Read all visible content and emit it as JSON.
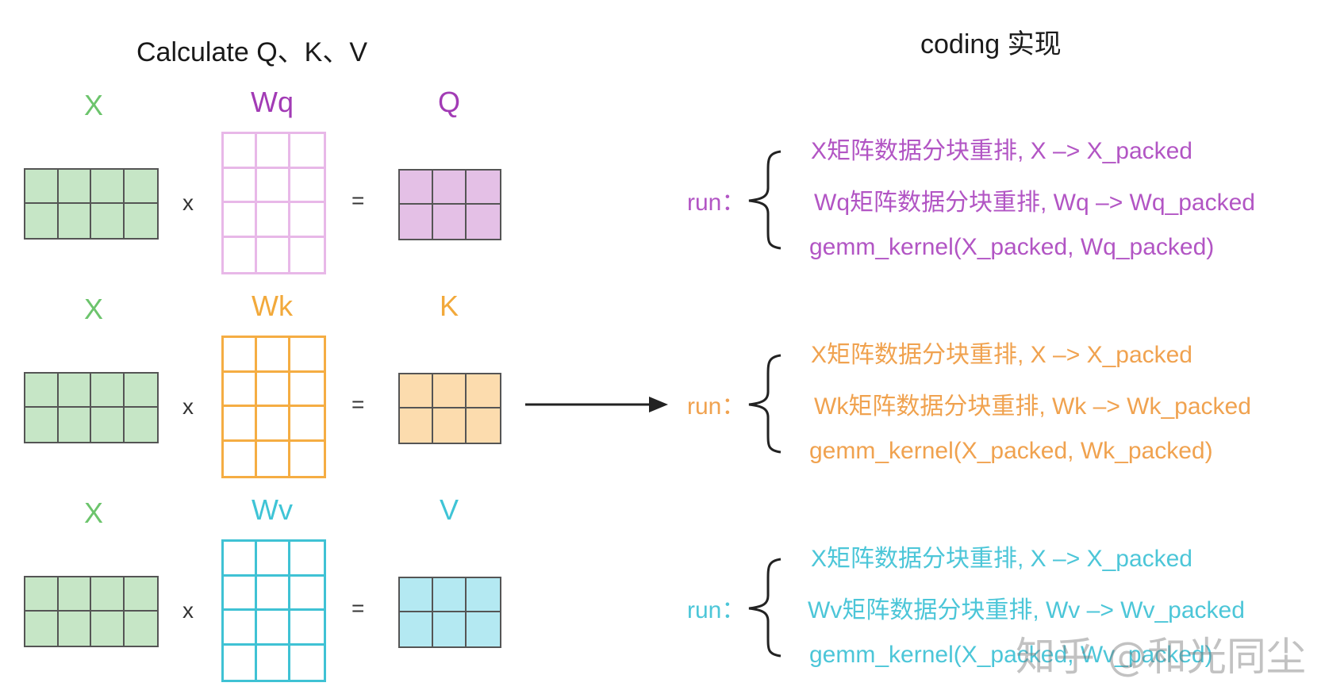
{
  "left_title": "Calculate Q、K、V",
  "right_title": "coding 实现",
  "rows": [
    {
      "id": "q",
      "x_label": "X",
      "w_label": "Wq",
      "out_label": "Q",
      "times": "x",
      "equals": "=",
      "color": "#a23bb5",
      "w_stroke": "#e8b8e8",
      "w_fill": "#ffffff",
      "out_fill": "#e4c0e6",
      "run": "run：",
      "code": [
        "X矩阵数据分块重排, X –> X_packed",
        "Wq矩阵数据分块重排, Wq –> Wq_packed",
        "gemm_kernel(X_packed, Wq_packed)"
      ],
      "code_color": "#b255c4"
    },
    {
      "id": "k",
      "x_label": "X",
      "w_label": "Wk",
      "out_label": "K",
      "times": "x",
      "equals": "=",
      "color": "#f2a93b",
      "w_stroke": "#f5ad43",
      "w_fill": "#ffffff",
      "out_fill": "#fcdcae",
      "run": "run：",
      "code": [
        "X矩阵数据分块重排, X –> X_packed",
        "Wk矩阵数据分块重排, Wk –> Wk_packed",
        "gemm_kernel(X_packed, Wk_packed)"
      ],
      "code_color": "#f0a24f"
    },
    {
      "id": "v",
      "x_label": "X",
      "w_label": "Wv",
      "out_label": "V",
      "times": "x",
      "equals": "=",
      "color": "#3fc4d6",
      "w_stroke": "#3fc2d4",
      "w_fill": "#ffffff",
      "out_fill": "#b4e9f2",
      "run": "run：",
      "code": [
        "X矩阵数据分块重排, X –> X_packed",
        "Wv矩阵数据分块重排, Wv –> Wv_packed",
        "gemm_kernel(X_packed, Wv_packed)"
      ],
      "code_color": "#4cc6d8"
    }
  ],
  "x_color": "#6cc46c",
  "x_fill": "#c6e6c6",
  "x_stroke": "#555555",
  "watermark": "知乎 @和光同尘"
}
